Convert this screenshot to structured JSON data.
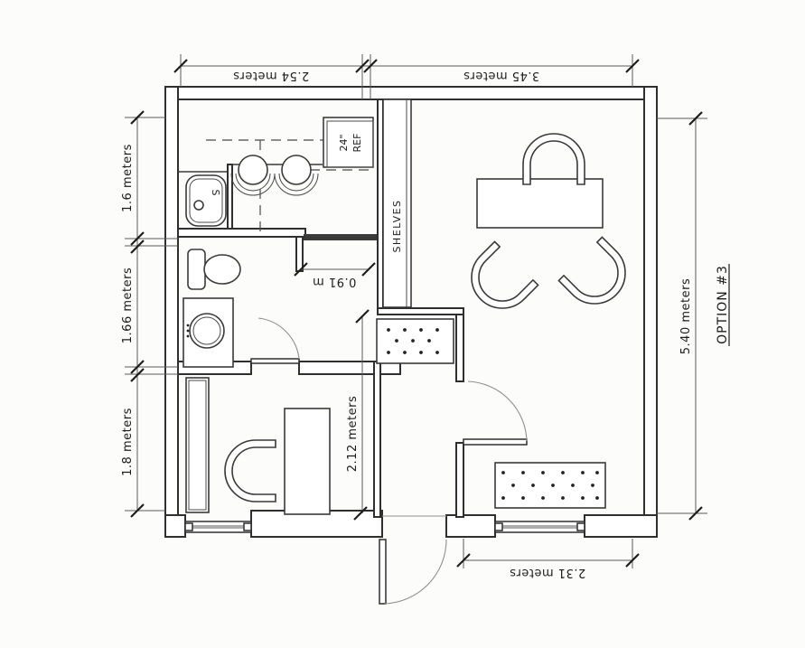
{
  "drawing": {
    "option_label": "OPTION #3",
    "dimensions": {
      "top_left": "2.54 meters",
      "top_right": "3.45 meters",
      "left_upper": "1.6 meters",
      "left_middle": "1.66 meters",
      "left_lower": "1.8 meters",
      "right_side": "5.40 meters",
      "hall_vertical": "2.12 meters",
      "bottom_right": "2.31 meters",
      "door_opening": "0.91 m"
    },
    "labels": {
      "shelves": "SHELVES",
      "fridge_line1": "24\"",
      "fridge_line2": "REF",
      "tub_mark": "S"
    }
  }
}
